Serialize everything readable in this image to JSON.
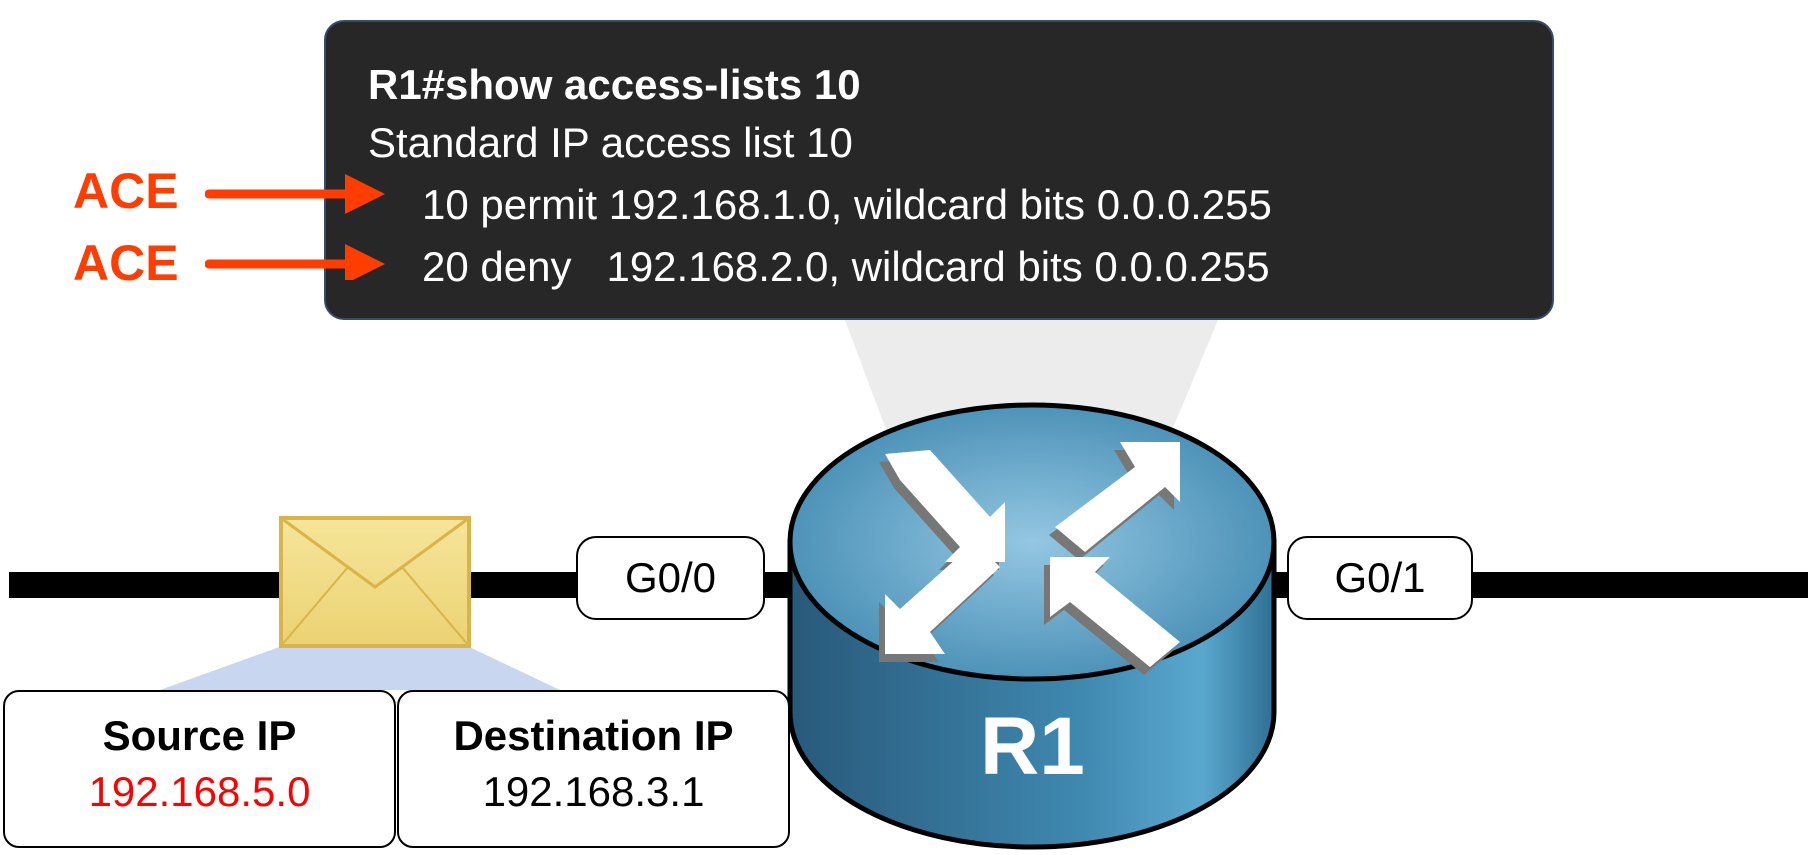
{
  "terminal": {
    "command": "R1#show access-lists 10",
    "header": "Standard IP access list 10",
    "entries": [
      "10 permit 192.168.1.0, wildcard bits 0.0.0.255",
      "20 deny   192.168.2.0, wildcard bits 0.0.0.255"
    ]
  },
  "labels": {
    "ace1": "ACE",
    "ace2": "ACE"
  },
  "router": {
    "name": "R1"
  },
  "ports": {
    "left": "G0/0",
    "right": "G0/1"
  },
  "packet": {
    "source_label": "Source IP",
    "source_value": "192.168.5.0",
    "destination_label": "Destination IP",
    "destination_value": "192.168.3.1"
  },
  "colors": {
    "ace": "#ff3d00",
    "source_value": "#ff0000",
    "terminal_bg": "#272727",
    "router": "#3f88b0"
  }
}
